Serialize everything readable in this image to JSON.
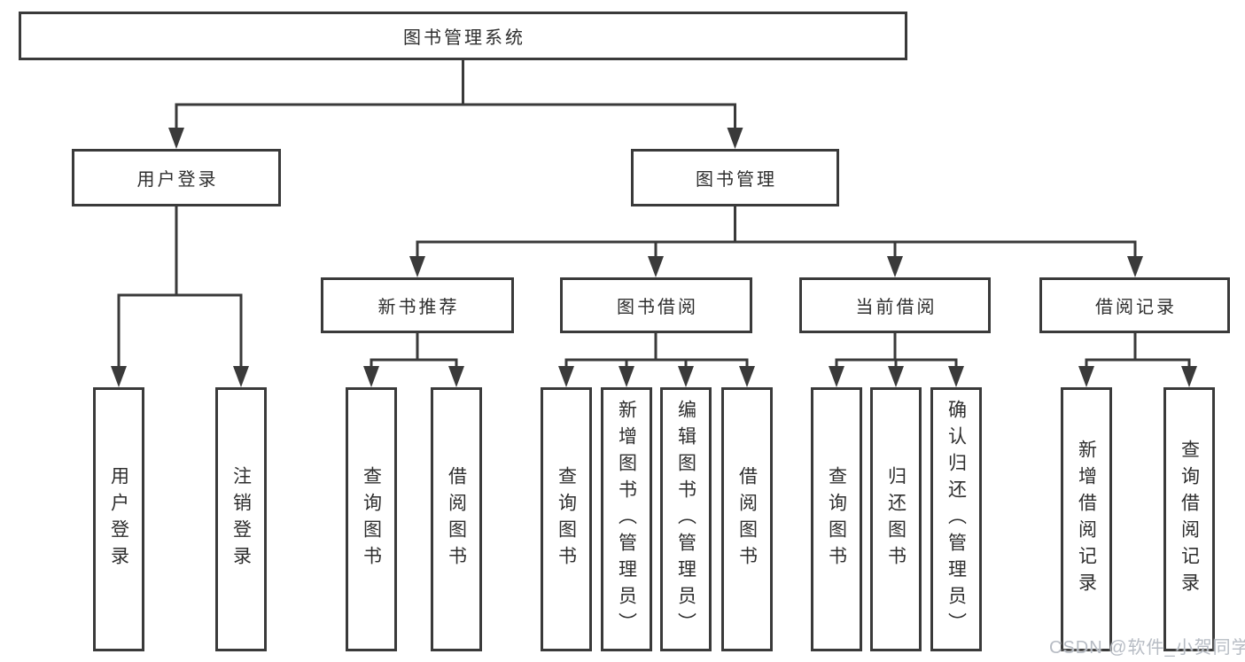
{
  "nodes": {
    "root": "图书管理系统",
    "level2": [
      "用户登录",
      "图书管理"
    ],
    "level3": [
      "新书推荐",
      "图书借阅",
      "当前借阅",
      "借阅记录"
    ],
    "leaves_login": [
      "用户登录",
      "注销登录"
    ],
    "leaves_newbook": [
      "查询图书",
      "借阅图书"
    ],
    "leaves_borrow": [
      "查询图书",
      "新增图书（管理员）",
      "编辑图书（管理员）",
      "借阅图书"
    ],
    "leaves_current": [
      "查询图书",
      "归还图书",
      "确认归还（管理员）"
    ],
    "leaves_records": [
      "新增借阅记录",
      "查询借阅记录"
    ]
  },
  "watermark": "CSDN @软件_小贺同学",
  "colors": {
    "line": "#3a3a3a",
    "text": "#2e2e2e",
    "background": "#ffffff",
    "watermark": "#b7bcc4"
  }
}
